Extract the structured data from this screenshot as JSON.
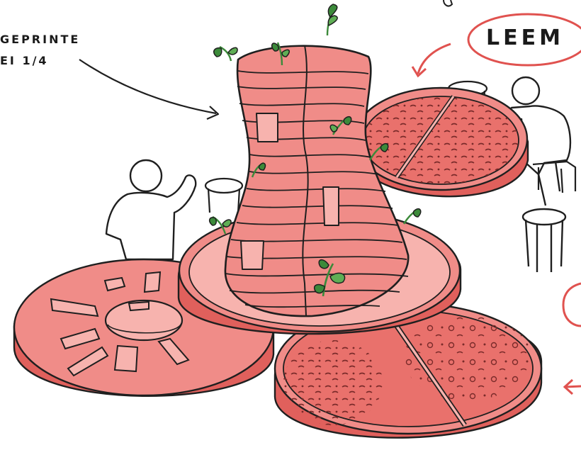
{
  "caption": {
    "line1": "GEPRINTE",
    "line2": "EI 1/4"
  },
  "badge": {
    "text": "LEEM"
  },
  "colors": {
    "clay_fill": "#f08c88",
    "clay_light": "#f7b3ae",
    "clay_dark": "#e0605c",
    "outline": "#1f1f1f",
    "accent_red": "#e0524f",
    "leaf_green": "#3c8a3a"
  },
  "icons": {
    "figures": "person-icon",
    "stools": "stool-icon",
    "plants": "sprout-icon"
  }
}
